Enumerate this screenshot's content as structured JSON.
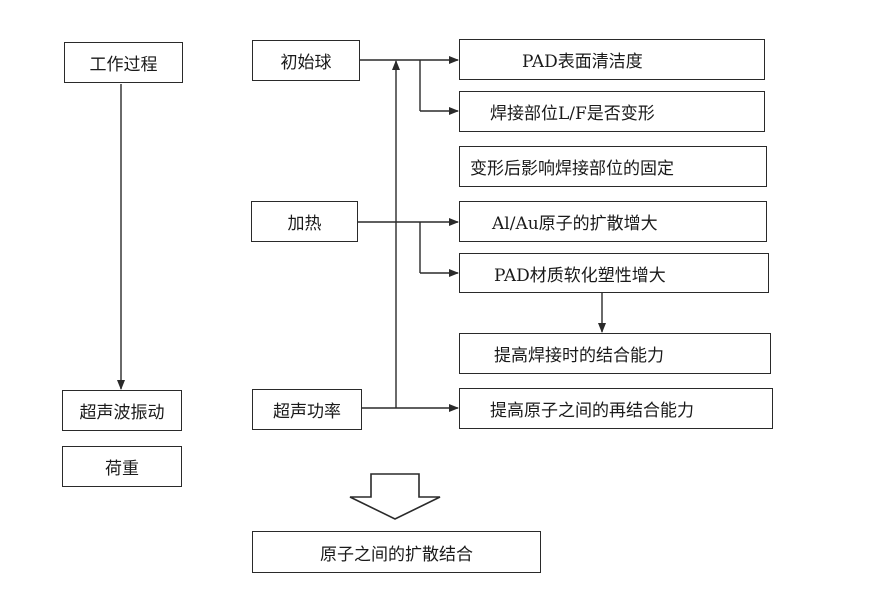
{
  "process": {
    "work_process": "工作过程",
    "ultrasonic_vibration": "超声波振动",
    "load": "荷重"
  },
  "inputs": {
    "initial_ball": "初始球",
    "heating": "加热",
    "ultrasonic_power": "超声功率"
  },
  "effects": {
    "pad_cleanliness": "PAD表面清洁度",
    "weld_deformation": "焊接部位L/F是否变形",
    "deformation_fixing": "变形后影响焊接部位的固定",
    "alau_diffusion": "Al/Au原子的扩散增大",
    "pad_softening": "PAD材质软化塑性增大",
    "bonding_ability": "提高焊接时的结合能力",
    "atomic_rebonding": "提高原子之间的再结合能力"
  },
  "result": {
    "atomic_diffusion_bonding": "原子之间的扩散结合"
  }
}
